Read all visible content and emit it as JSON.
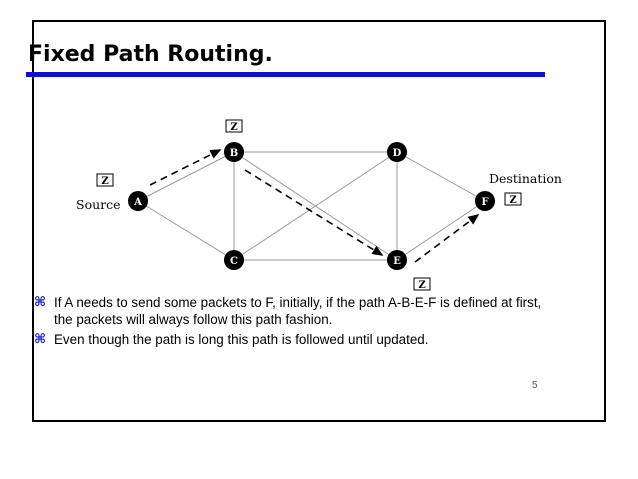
{
  "slide": {
    "title": "Fixed Path Routing.",
    "page_number": "5",
    "accent_color": "#1010d0"
  },
  "diagram": {
    "nodes": [
      "A",
      "B",
      "C",
      "D",
      "E",
      "F"
    ],
    "edges": [
      [
        "A",
        "B"
      ],
      [
        "A",
        "C"
      ],
      [
        "B",
        "C"
      ],
      [
        "B",
        "D"
      ],
      [
        "B",
        "E"
      ],
      [
        "C",
        "D"
      ],
      [
        "C",
        "E"
      ],
      [
        "D",
        "E"
      ],
      [
        "D",
        "F"
      ],
      [
        "E",
        "F"
      ]
    ],
    "fixed_path": [
      "A",
      "B",
      "E",
      "F"
    ],
    "packet_label": "Z",
    "source_label": "Source",
    "destination_label": "Destination"
  },
  "bullets": [
    {
      "icon": "command-key-icon",
      "text": "If A needs to send some packets to F, initially, if the path A-B-E-F is defined at first, the packets will always follow this path fashion."
    },
    {
      "icon": "command-key-icon",
      "text": "Even though the path is long this path is followed until updated."
    }
  ]
}
